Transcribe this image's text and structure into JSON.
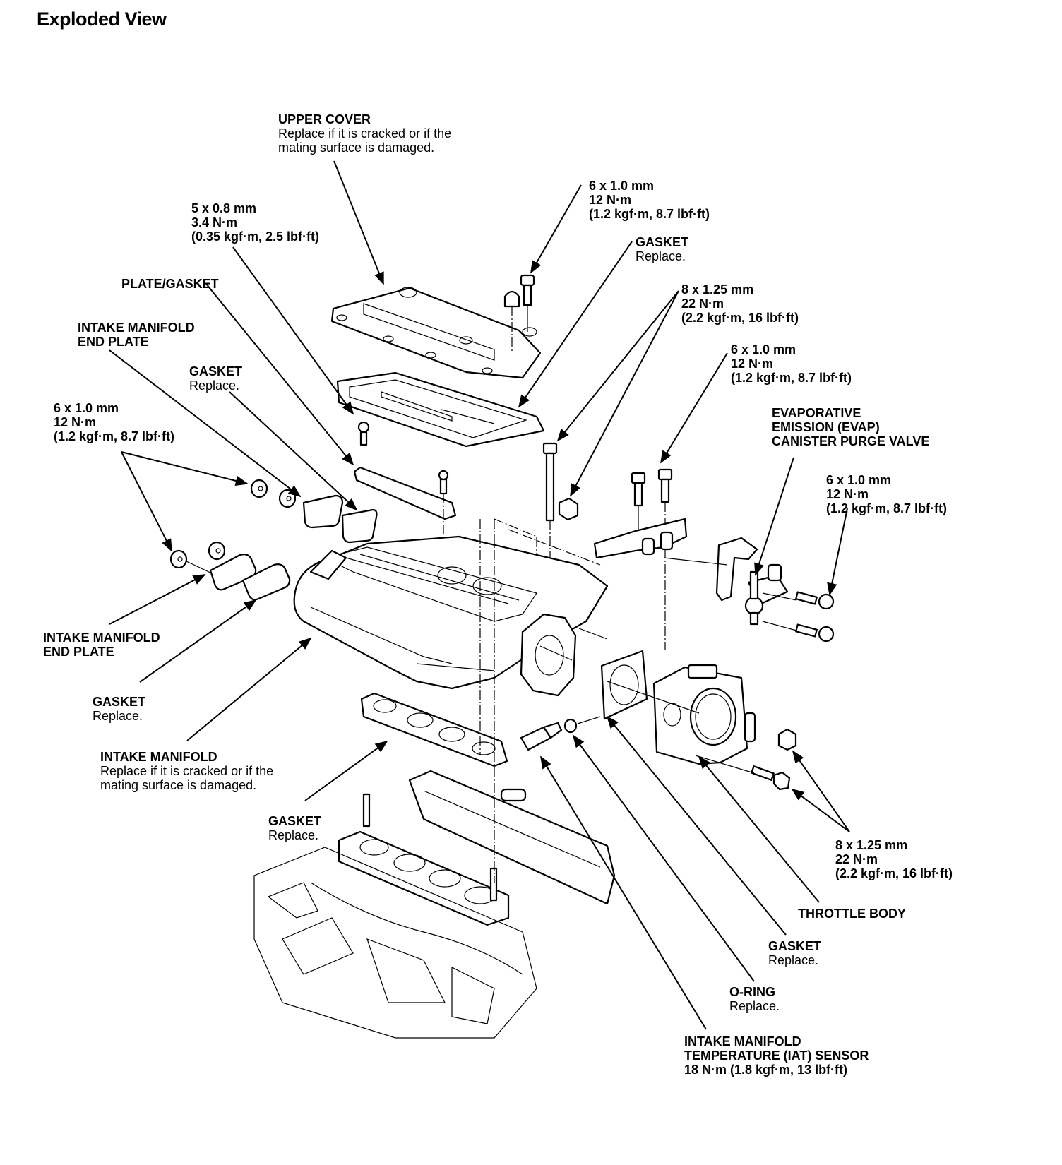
{
  "page": {
    "title": "Exploded View"
  },
  "callouts": {
    "upper_cover": {
      "title": "UPPER COVER",
      "note_lines": [
        "Replace if it is cracked or if the",
        "mating surface is damaged."
      ]
    },
    "bolt_upper_cover": {
      "lines": [
        "6 x 1.0 mm",
        "12 N·m",
        "(1.2 kgf·m, 8.7 lbf·ft)"
      ]
    },
    "bolt_plate": {
      "lines": [
        "5 x 0.8 mm",
        "3.4 N·m",
        "(0.35 kgf·m, 2.5 lbf·ft)"
      ]
    },
    "gasket_upper": {
      "title": "GASKET",
      "note": "Replace."
    },
    "plate_gasket": {
      "title": "PLATE/GASKET"
    },
    "bolt_manifold_top": {
      "lines": [
        "8 x 1.25 mm",
        "22 N·m",
        "(2.2 kgf·m, 16 lbf·ft)"
      ]
    },
    "end_plate_top": {
      "title_lines": [
        "INTAKE MANIFOLD",
        "END PLATE"
      ]
    },
    "bolt_bracket": {
      "lines": [
        "6 x 1.0 mm",
        "12 N·m",
        "(1.2 kgf·m, 8.7 lbf·ft)"
      ]
    },
    "gasket_end_top": {
      "title": "GASKET",
      "note": "Replace."
    },
    "evap_valve": {
      "title_lines": [
        "EVAPORATIVE",
        "EMISSION (EVAP)",
        "CANISTER PURGE VALVE"
      ]
    },
    "nut_end_plate": {
      "lines": [
        "6 x 1.0 mm",
        "12 N·m",
        "(1.2 kgf·m, 8.7 lbf·ft)"
      ]
    },
    "bolt_evap": {
      "lines": [
        "6 x 1.0 mm",
        "12 N·m",
        "(1.2 kgf·m, 8.7 lbf·ft)"
      ]
    },
    "end_plate_bottom": {
      "title_lines": [
        "INTAKE MANIFOLD",
        "END PLATE"
      ]
    },
    "gasket_end_bottom": {
      "title": "GASKET",
      "note": "Replace."
    },
    "intake_manifold": {
      "title": "INTAKE MANIFOLD",
      "note_lines": [
        "Replace if it is cracked or if the",
        "mating surface is damaged."
      ]
    },
    "gasket_lower": {
      "title": "GASKET",
      "note": "Replace."
    },
    "bolt_throttle": {
      "lines": [
        "8 x 1.25 mm",
        "22 N·m",
        "(2.2 kgf·m, 16 lbf·ft)"
      ]
    },
    "throttle_body": {
      "title": "THROTTLE BODY"
    },
    "gasket_throttle": {
      "title": "GASKET",
      "note": "Replace."
    },
    "o_ring": {
      "title": "O-RING",
      "note": "Replace."
    },
    "iat_sensor": {
      "title_lines": [
        "INTAKE MANIFOLD",
        "TEMPERATURE (IAT) SENSOR"
      ],
      "torque": "18 N·m (1.8 kgf·m, 13 lbf·ft)"
    }
  }
}
